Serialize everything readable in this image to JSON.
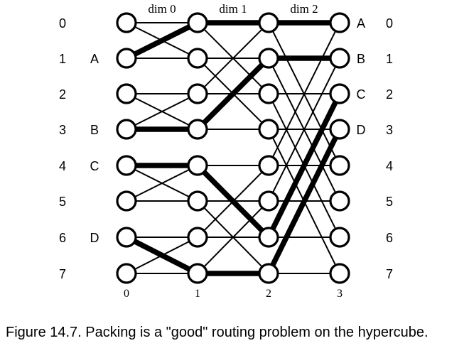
{
  "figure": {
    "caption": "Figure 14.7. Packing is a \"good\" routing problem on the hypercube.",
    "background_color": "#ffffff",
    "ink_color": "#000000"
  },
  "diagram": {
    "type": "butterfly-hypercube-routing",
    "rows": 8,
    "columns": 4,
    "left_row_labels": [
      "0",
      "1",
      "2",
      "3",
      "4",
      "5",
      "6",
      "7"
    ],
    "right_row_labels": [
      "0",
      "1",
      "2",
      "3",
      "4",
      "5",
      "6",
      "7"
    ],
    "left_source_labels": [
      {
        "row": 1,
        "label": "A"
      },
      {
        "row": 3,
        "label": "B"
      },
      {
        "row": 4,
        "label": "C"
      },
      {
        "row": 6,
        "label": "D"
      }
    ],
    "right_destination_labels": [
      {
        "row": 0,
        "label": "A"
      },
      {
        "row": 1,
        "label": "B"
      },
      {
        "row": 2,
        "label": "C"
      },
      {
        "row": 3,
        "label": "D"
      }
    ],
    "column_labels": [
      "0",
      "1",
      "2",
      "3"
    ],
    "dimension_labels": [
      "dim 0",
      "dim 1",
      "dim 2"
    ],
    "geometry": {
      "column_x": [
        178,
        278,
        378,
        478
      ],
      "row_y": [
        32,
        82,
        132,
        182,
        233,
        283,
        334,
        385
      ],
      "node_radius": 13
    },
    "stages": [
      {
        "name": "dim 0",
        "between_columns": [
          0,
          1
        ],
        "bit_distance": 1
      },
      {
        "name": "dim 1",
        "between_columns": [
          1,
          2
        ],
        "bit_distance": 2
      },
      {
        "name": "dim 2",
        "between_columns": [
          2,
          3
        ],
        "bit_distance": 4
      }
    ],
    "routes": [
      {
        "name": "A",
        "source_row": 1,
        "dest_row": 0,
        "path_rows": [
          1,
          0,
          0,
          0
        ]
      },
      {
        "name": "B",
        "source_row": 3,
        "dest_row": 1,
        "path_rows": [
          3,
          3,
          1,
          1
        ]
      },
      {
        "name": "C",
        "source_row": 4,
        "dest_row": 2,
        "path_rows": [
          4,
          4,
          6,
          2
        ]
      },
      {
        "name": "D",
        "source_row": 6,
        "dest_row": 3,
        "path_rows": [
          6,
          7,
          7,
          3
        ]
      }
    ]
  }
}
